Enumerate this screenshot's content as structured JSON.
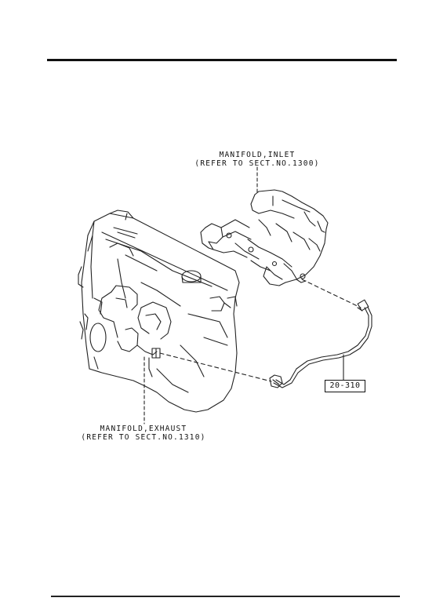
{
  "labels": {
    "manifold_inlet": {
      "line1": "MANIFOLD,INLET",
      "line2": "(REFER TO SECT.NO.1300)"
    },
    "manifold_exhaust": {
      "line1": "MANIFOLD,EXHAUST",
      "line2": "(REFER TO SECT.NO.1310)"
    },
    "part_number": "20-310"
  },
  "icons": {
    "engine": "engine-block-drawing",
    "inlet_manifold": "inlet-manifold-drawing",
    "exhaust_manifold": "exhaust-manifold-drawing",
    "pipe": "vacuum-pipe-drawing"
  },
  "colors": {
    "ink": "#111111",
    "paper": "#ffffff"
  }
}
